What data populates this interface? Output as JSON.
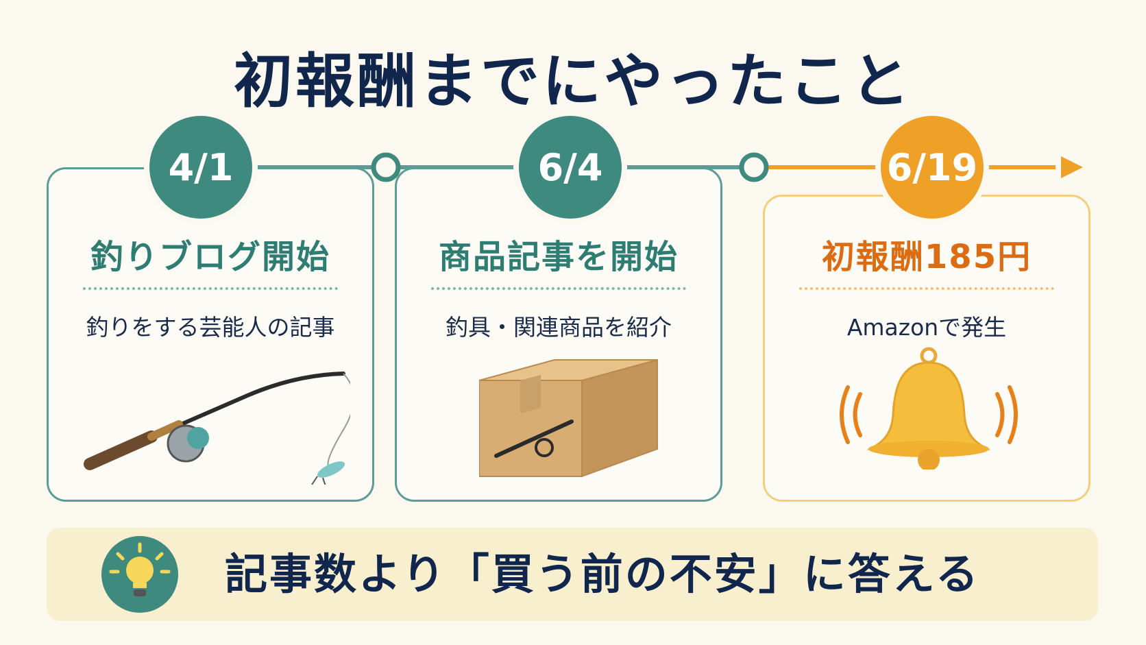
{
  "title": "初報酬までにやったこと",
  "steps": [
    {
      "date": "4/1",
      "heading": "釣りブログ開始",
      "detail": "釣りをする芸能人の記事",
      "illustration": "fishing-rod-icon"
    },
    {
      "date": "6/4",
      "heading": "商品記事を開始",
      "detail": "釣具・関連商品を紹介",
      "illustration": "box-icon"
    },
    {
      "date": "6/19",
      "heading": "初報酬185円",
      "detail": "Amazonで発生",
      "illustration": "bell-icon"
    }
  ],
  "tip": {
    "text": "記事数より「買う前の不安」に答える",
    "icon": "lightbulb-icon"
  },
  "colors": {
    "teal": "#3e8a7f",
    "orange": "#efa127",
    "navy": "#11264d",
    "background": "#fbf8f0"
  }
}
